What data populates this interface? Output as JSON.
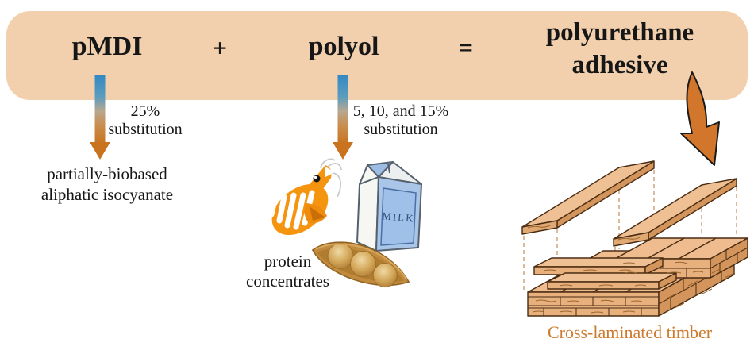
{
  "banner": {
    "reactant1": "pMDI",
    "operator_plus": "+",
    "reactant2": "polyol",
    "operator_equals": "=",
    "product_line1": "polyurethane",
    "product_line2": "adhesive"
  },
  "pmdi_branch": {
    "substitution_amount": "25%",
    "substitution_word": "substitution",
    "result_line1": "partially-biobased",
    "result_line2": "aliphatic isocyanate"
  },
  "polyol_branch": {
    "substitution_amount": "5, 10, and 15%",
    "substitution_word": "substitution",
    "result_line1": "protein",
    "result_line2": "concentrates"
  },
  "milk_carton": {
    "label": "MILK"
  },
  "timber": {
    "caption": "Cross-laminated timber"
  },
  "icons": {
    "pmdi_arrow": "gradient-down-arrow",
    "polyol_arrow": "gradient-down-arrow",
    "product_arrow": "curved-down-arrow",
    "shrimp": "shrimp",
    "milk": "milk-carton",
    "soybean": "soybean-pod",
    "timber_stack": "cross-laminated-timber-stack"
  },
  "colors": {
    "banner_bg": "#f2cfad",
    "arrow_blue": "#3489c4",
    "arrow_orange": "#c9731f",
    "curved_arrow_orange": "#d2762c",
    "timber_caption": "#cd7a2e",
    "wood_top": "#efc093",
    "wood_front": "#e7b07d",
    "wood_side": "#d3955b",
    "shrimp_orange": "#f5940e",
    "milk_panel_blue": "#a9c6e9",
    "soybean_tan": "#c18a3c"
  }
}
